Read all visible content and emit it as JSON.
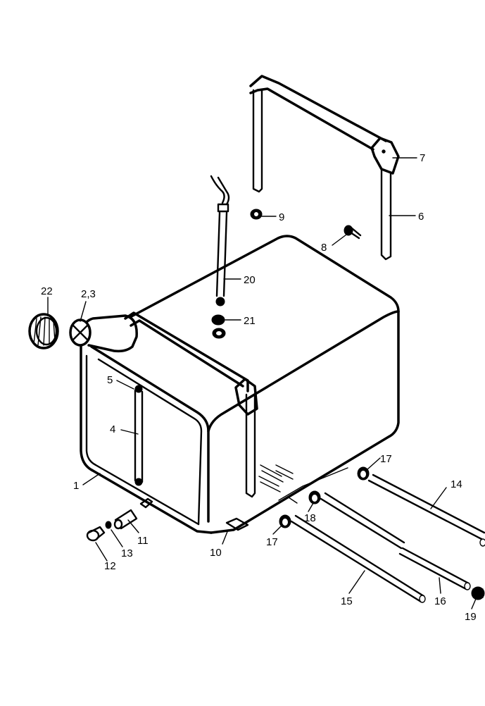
{
  "callouts": {
    "c1": "1",
    "c2_3": "2,3",
    "c4": "4",
    "c5": "5",
    "c6": "6",
    "c7": "7",
    "c8": "8",
    "c9": "9",
    "c10": "10",
    "c11": "11",
    "c12": "12",
    "c13": "13",
    "c14": "14",
    "c15": "15",
    "c16": "16",
    "c17a": "17",
    "c17b": "17",
    "c18": "18",
    "c19": "19",
    "c20": "20",
    "c21": "21",
    "c22": "22"
  }
}
